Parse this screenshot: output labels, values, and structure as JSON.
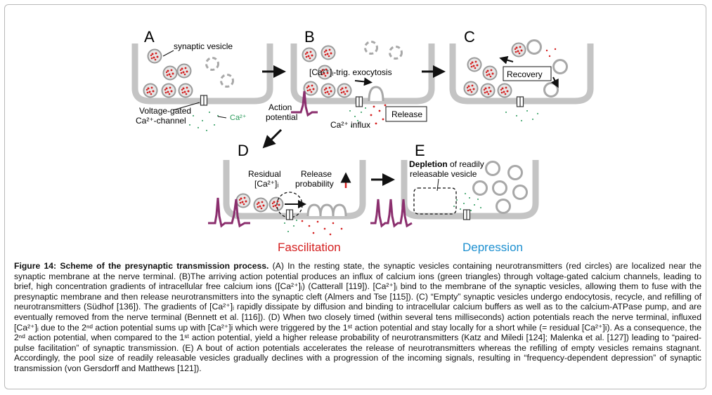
{
  "figure": {
    "panels": {
      "A": {
        "letter": "A",
        "vesicle_label": "synaptic vesicle",
        "channel_label_1": "Voltage-gated",
        "channel_label_2": "Ca²⁺-channel",
        "ion_label": "Ca²⁺"
      },
      "B": {
        "letter": "B",
        "exocytosis_label": "[Ca²⁺]ᵢ-trig. exocytosis",
        "ap_label_1": "Action",
        "ap_label_2": "potential",
        "influx_label": "Ca²⁺ influx",
        "release_label": "Release"
      },
      "C": {
        "letter": "C",
        "recovery_label": "Recovery"
      },
      "D": {
        "letter": "D",
        "residual_label_1": "Residual",
        "residual_label_2": "[Ca²⁺]ᵢ",
        "release_prob_1": "Release",
        "release_prob_2": "probability",
        "outcome": "Fascilitation"
      },
      "E": {
        "letter": "E",
        "depletion_bold": "Depletion",
        "depletion_rest": " of readily",
        "depletion_line2": "releasable vesicle",
        "outcome": "Depression"
      }
    },
    "colors": {
      "membrane": "#c4c4c4",
      "vesicle_fill": "#e6e6e6",
      "neurotransmitter": "#d42020",
      "calcium": "#2a9a5a",
      "action_potential": "#8b2f6e",
      "facilitation_text": "#d42020",
      "depression_text": "#1e90d0"
    },
    "caption": {
      "title": "Figure 14: Scheme of the presynaptic transmission process.",
      "text": " (A) In the resting state, the synaptic vesicles containing neurotransmitters (red circles) are localized near the synaptic membrane at the nerve terminal. (B)The arriving action potential produces an influx of calcium ions (green triangles) through voltage-gated calcium channels, leading to brief, high concentration gradients of intracellular free calcium ions ([Ca²⁺]ᵢ) (Catterall [119]). [Ca²⁺]ᵢ bind to the membrane of the synaptic vesicles, allowing them to fuse with the presynaptic membrane and then release neurotransmitters into the synaptic cleft (Almers and Tse [115]). (C) “Empty” synaptic vesicles undergo endocytosis, recycle, and refilling of neurotransmitters (Südhof [136]). The gradients of [Ca²⁺]ᵢ rapidly dissipate by diffusion and binding to intracellular calcium buffers as well as to the calcium-ATPase pump, and are eventually removed from the nerve terminal (Bennett et al. [116]). (D) When two closely timed (within several tens milliseconds) action potentials reach the nerve terminal, influxed [Ca²⁺]ᵢ due to the 2ⁿᵈ action potential sums up with [Ca²⁺]i which were triggered by the 1ˢᵗ action potential and stay locally for a short while (= residual [Ca²⁺]i). As a consequence, the 2ⁿᵈ action potential, when compared to the 1ˢᵗ action potential, yield a higher release probability of neurotransmitters (Katz and Miledi [124]; Malenka et al. [127]) leading to “paired-pulse facilitation” of synaptic transmission. (E) A bout of action potentials accelerates the release of neurotransmitters whereas the refilling of empty vesicles remains stagnant. Accordingly, the pool size of readily releasable vesicles gradually declines with a progression of the incoming signals, resulting in “frequency-dependent depression” of synaptic transmission (von Gersdorff and Matthews [121])."
    }
  }
}
